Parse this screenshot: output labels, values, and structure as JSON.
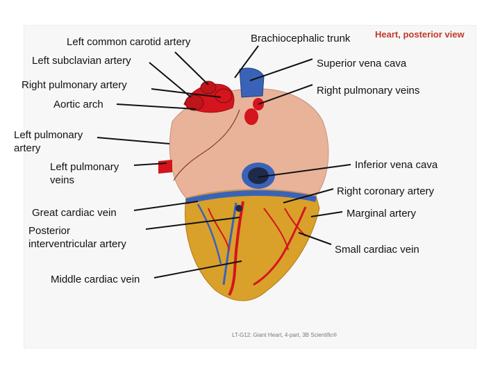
{
  "title": "Heart, posterior view",
  "caption": "LT-G12: Giant Heart, 4-part, 3B Scientific®",
  "labels": {
    "left_common_carotid_artery": "Left common carotid artery",
    "left_subclavian_artery": "Left subclavian artery",
    "right_pulmonary_artery": "Right pulmonary artery",
    "aortic_arch": "Aortic arch",
    "left_pulmonary_artery_1": "Left pulmonary",
    "left_pulmonary_artery_2": "artery",
    "left_pulmonary_veins_1": "Left pulmonary",
    "left_pulmonary_veins_2": "veins",
    "great_cardiac_vein": "Great cardiac vein",
    "posterior_interventricular_artery_1": "Posterior",
    "posterior_interventricular_artery_2": "interventricular artery",
    "middle_cardiac_vein": "Middle cardiac vein",
    "brachiocephalic_trunk": "Brachiocephalic trunk",
    "superior_vena_cava": "Superior vena cava",
    "right_pulmonary_veins": "Right pulmonary veins",
    "inferior_vena_cava": "Inferior vena cava",
    "right_coronary_artery": "Right coronary artery",
    "marginal_artery": "Marginal artery",
    "small_cardiac_vein": "Small cardiac vein"
  },
  "colors": {
    "artery": "#d4151d",
    "vein": "#3a63b8",
    "atria": "#e9b39a",
    "ventricle": "#d9a02a",
    "title": "#c0392b"
  }
}
